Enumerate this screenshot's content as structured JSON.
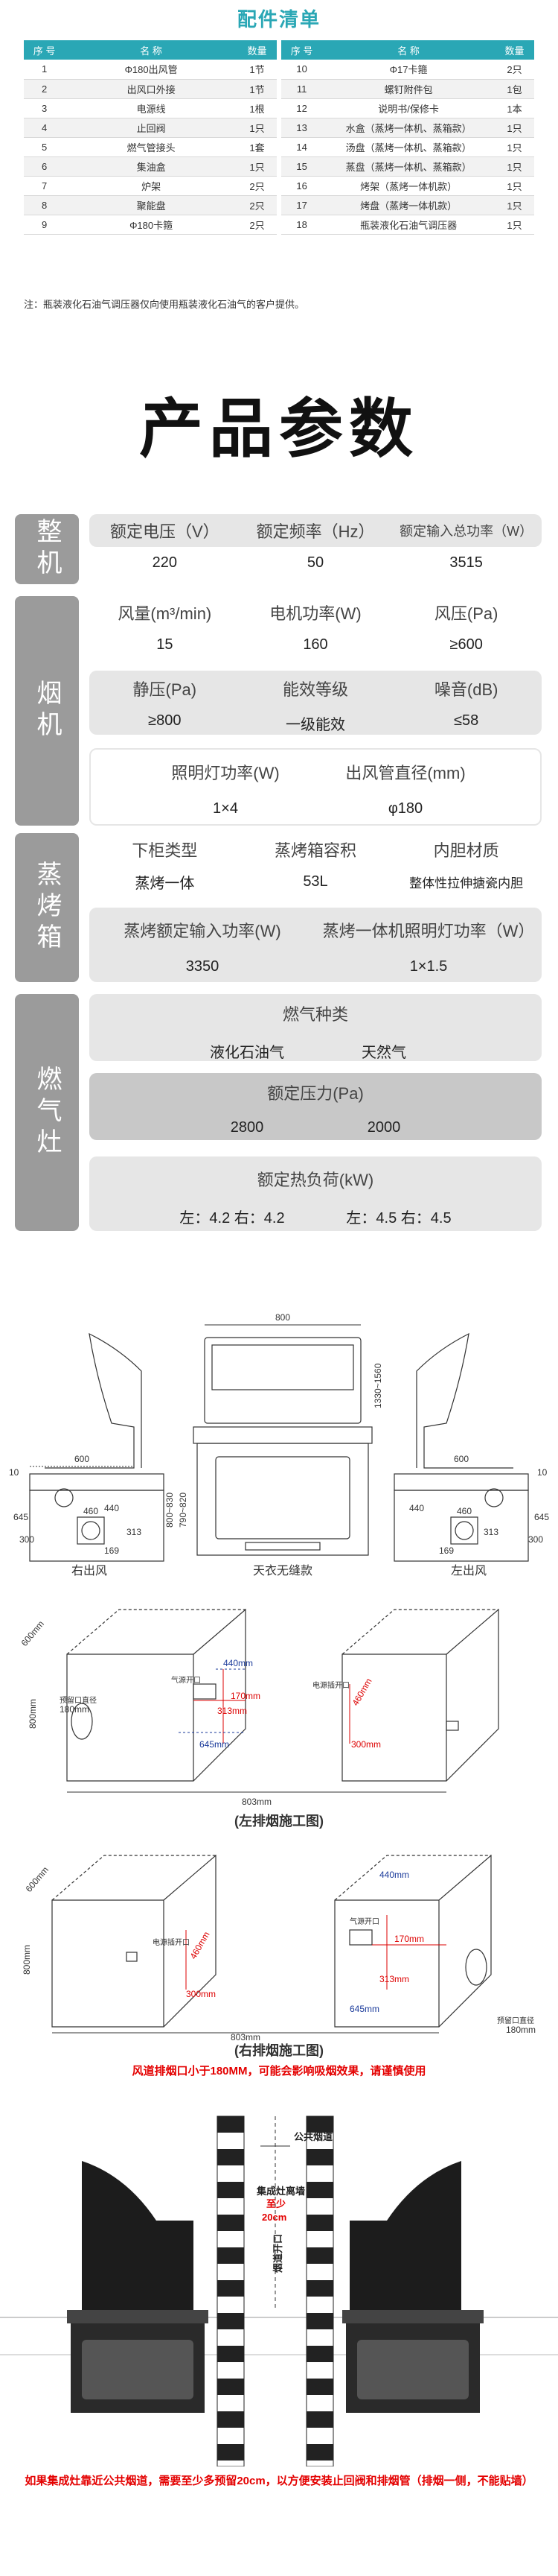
{
  "parts": {
    "title": "配件清单",
    "headers": {
      "no": "序 号",
      "name": "名 称",
      "qty": "数量"
    },
    "left": [
      {
        "no": "1",
        "name": "Φ180出风管",
        "qty": "1节"
      },
      {
        "no": "2",
        "name": "出风口外接",
        "qty": "1节"
      },
      {
        "no": "3",
        "name": "电源线",
        "qty": "1根"
      },
      {
        "no": "4",
        "name": "止回阀",
        "qty": "1只"
      },
      {
        "no": "5",
        "name": "燃气管接头",
        "qty": "1套"
      },
      {
        "no": "6",
        "name": "集油盒",
        "qty": "1只"
      },
      {
        "no": "7",
        "name": "炉架",
        "qty": "2只"
      },
      {
        "no": "8",
        "name": "聚能盘",
        "qty": "2只"
      },
      {
        "no": "9",
        "name": "Φ180卡箍",
        "qty": "2只"
      }
    ],
    "right": [
      {
        "no": "10",
        "name": "Φ17卡箍",
        "qty": "2只"
      },
      {
        "no": "11",
        "name": "螺钉附件包",
        "qty": "1包"
      },
      {
        "no": "12",
        "name": "说明书/保修卡",
        "qty": "1本"
      },
      {
        "no": "13",
        "name": "水盒（蒸烤一体机、蒸箱款）",
        "qty": "1只"
      },
      {
        "no": "14",
        "name": "汤盘（蒸烤一体机、蒸箱款）",
        "qty": "1只"
      },
      {
        "no": "15",
        "name": "蒸盘（蒸烤一体机、蒸箱款）",
        "qty": "1只"
      },
      {
        "no": "16",
        "name": "烤架（蒸烤一体机款）",
        "qty": "1只"
      },
      {
        "no": "17",
        "name": "烤盘（蒸烤一体机款）",
        "qty": "1只"
      },
      {
        "no": "18",
        "name": "瓶装液化石油气调压器",
        "qty": "1只"
      }
    ],
    "note": "注：瓶装液化石油气调压器仅向使用瓶装液化石油气的客户提供。"
  },
  "params": {
    "title": "产品参数",
    "sections": [
      {
        "label": "整机"
      },
      {
        "label": "烟机"
      },
      {
        "label": "蒸烤箱"
      },
      {
        "label": "燃气灶"
      }
    ],
    "zhengji": {
      "h": [
        "额定电压（V）",
        "额定频率（Hz）",
        "额定输入总功率（W）"
      ],
      "v": [
        "220",
        "50",
        "3515"
      ]
    },
    "yanji": {
      "r1h": [
        "风量(m³/min)",
        "电机功率(W)",
        "风压(Pa)"
      ],
      "r1v": [
        "15",
        "160",
        "≥600"
      ],
      "r2h": [
        "静压(Pa)",
        "能效等级",
        "噪音(dB)"
      ],
      "r2v": [
        "≥800",
        "一级能效",
        "≤58"
      ],
      "r3h": [
        "照明灯功率(W)",
        "出风管直径(mm)"
      ],
      "r3v": [
        "1×4",
        "φ180"
      ]
    },
    "zhengkao": {
      "r1h": [
        "下柜类型",
        "蒸烤箱容积",
        "内胆材质"
      ],
      "r1v": [
        "蒸烤一体",
        "53L",
        "整体性拉伸搪瓷内胆"
      ],
      "r2h": [
        "蒸烤额定输入功率(W)",
        "蒸烤一体机照明灯功率（W）"
      ],
      "r2v": [
        "3350",
        "1×1.5"
      ]
    },
    "ranqi": {
      "r1h": "燃气种类",
      "r1v": [
        "液化石油气",
        "天然气"
      ],
      "r2h": "额定压力(Pa)",
      "r2v": [
        "2800",
        "2000"
      ],
      "r3h": "额定热负荷(kW)",
      "r3v": [
        "左：4.2 右：4.2",
        "左：4.5 右：4.5"
      ]
    }
  },
  "drawings": {
    "dim_800": "800",
    "dim_600": "600",
    "dim_440": "440",
    "dim_460": "460",
    "dim_169": "169",
    "dim_313": "313",
    "dim_645": "645",
    "dim_300": "300",
    "dim_10": "10",
    "dim_height": "1330~1560",
    "dim_body": "790~820",
    "dim_body2": "800~830",
    "cap_left": "右出风",
    "cap_center": "天衣无缝款",
    "cap_right": "左出风",
    "inst_600mm": "600mm",
    "inst_800mm": "800mm",
    "inst_803mm": "803mm",
    "inst_180mm": "180mm",
    "inst_440mm": "440mm",
    "inst_170mm": "170mm",
    "inst_313mm": "313mm",
    "inst_645mm": "645mm",
    "inst_300mm": "300mm",
    "inst_460mm": "460mm",
    "inst_gas": "气源开口",
    "inst_power": "电源插开口",
    "inst_vent": "预留口直径",
    "cap_left_inst": "(左排烟施工图)",
    "cap_right_inst": "(右排烟施工图)",
    "warn1": "风道排烟口小于180MM，可能会影响吸烟效果，请谨慎使用",
    "flue_public": "公共烟道",
    "flue_distance": "集成灶离墙",
    "flue_min": "至少",
    "flue_20cm": "20cm",
    "flue_outlet": "烟道开口",
    "warn2": "如果集成灶靠近公共烟道，需要至少多预留20cm，以方便安装止回阀和排烟管（排烟一侧，不能贴墙）"
  }
}
